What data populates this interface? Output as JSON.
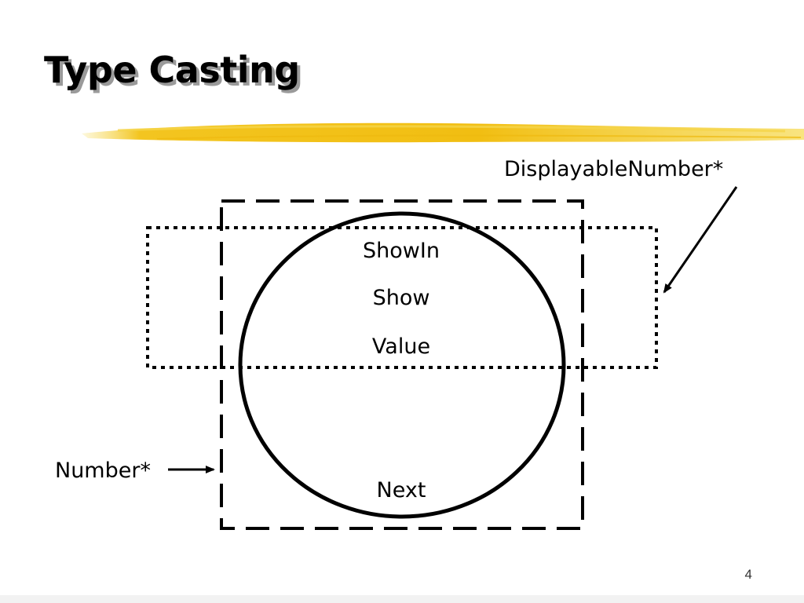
{
  "slide": {
    "title": "Type Casting",
    "page_number": "4"
  },
  "diagram": {
    "labels": {
      "displayable_number": "DisplayableNumber*",
      "number": "Number*"
    },
    "members": {
      "show_in": "ShowIn",
      "show": "Show",
      "value": "Value",
      "next": "Next"
    }
  },
  "colors": {
    "text": "#000000",
    "title_shadow": "#9a9a9a",
    "highlight_stroke": "#f2c21b"
  }
}
